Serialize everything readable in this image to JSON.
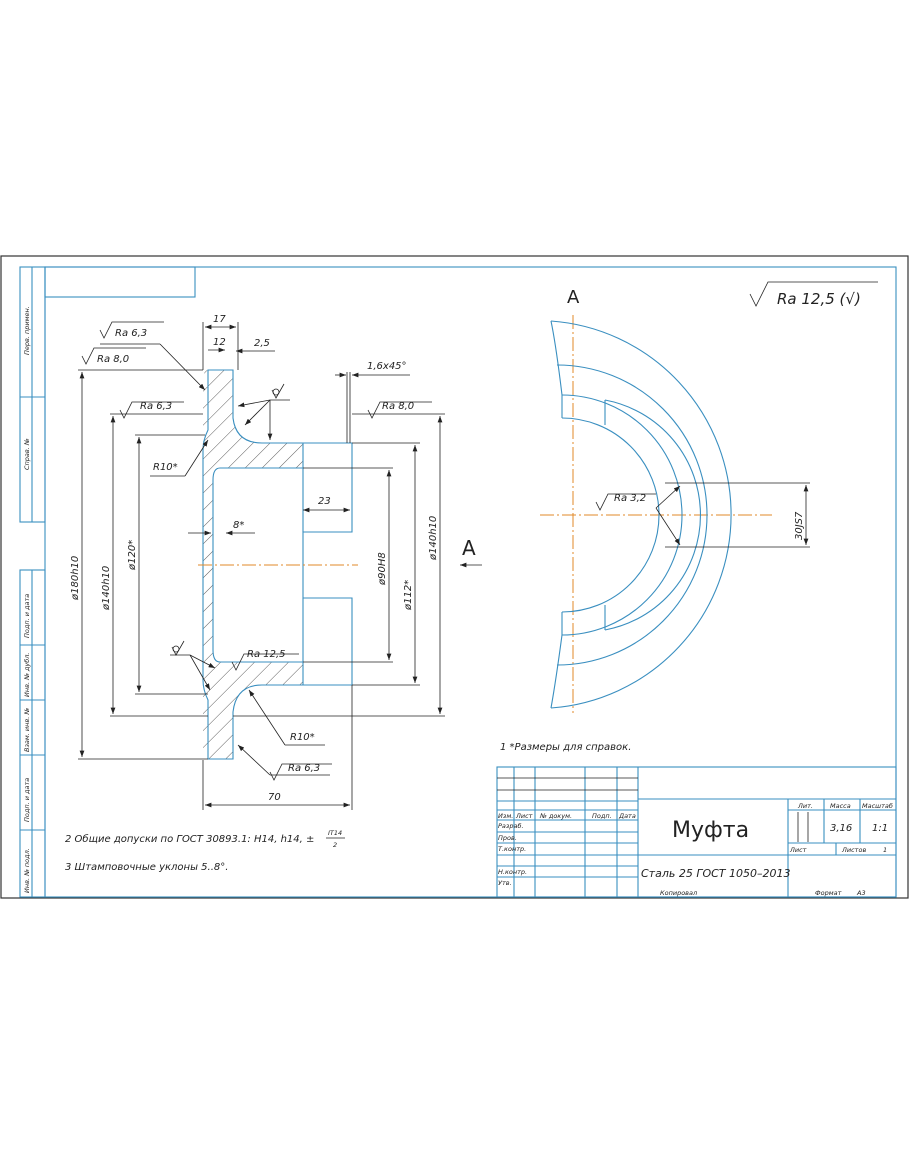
{
  "sheet": {
    "format_label": "Формат",
    "format_value": "А3",
    "copied_label": "Копировал"
  },
  "side_stamp": [
    "Перв. примен.",
    "Справ. №",
    "Подп. и дата",
    "Инв. № дубл.",
    "Взам. инв. №",
    "Подп. и дата",
    "Инв. № подл."
  ],
  "dimensions": {
    "d17": "17",
    "d12": "12",
    "d25": "2,5",
    "chamfer": "1,6x45°",
    "r10_top": "R10*",
    "r10_bot": "R10*",
    "d8": "8*",
    "d23": "23",
    "d70": "70",
    "phi180": "ø180h10",
    "phi140_left": "ø140h10",
    "phi120": "ø120*",
    "phi90": "ø90H8",
    "phi112": "ø112*",
    "phi140_right": "ø140h10",
    "slot": "30JS7"
  },
  "roughness": {
    "ra63_a": "Ra 6,3",
    "ra80_a": "Ra 8,0",
    "ra63_b": "Ra 6,3",
    "ra80_b": "Ra 8,0",
    "ra125": "Ra 12,5",
    "ra63_c": "Ra 6,3",
    "ra32": "Ra 3,2",
    "general": "Ra 12,5 (√)"
  },
  "view_labels": {
    "section_arrow": "A",
    "view": "A"
  },
  "notes": [
    "1  *Размеры для справок.",
    "2  Общие допуски по ГОСТ 30893.1: H14, h14, ±",
    "3  Штамповочные уклоны 5..8°."
  ],
  "note2_fraction": {
    "num": "IT14",
    "den": "2"
  },
  "title_block": {
    "headers": [
      "Изм.",
      "Лист",
      "№ докум.",
      "Подп.",
      "Дата"
    ],
    "roles": [
      "Разраб.",
      "Пров.",
      "Т.контр.",
      "Н.контр.",
      "Утв."
    ],
    "name": "Муфта",
    "material": "Сталь 25 ГОСТ 1050–2013",
    "lit_label": "Лит.",
    "mass_label": "Масса",
    "scale_label": "Масштаб",
    "mass": "3,16",
    "scale": "1:1",
    "sheet_label": "Лист",
    "sheets_label": "Листов",
    "sheets": "1"
  }
}
